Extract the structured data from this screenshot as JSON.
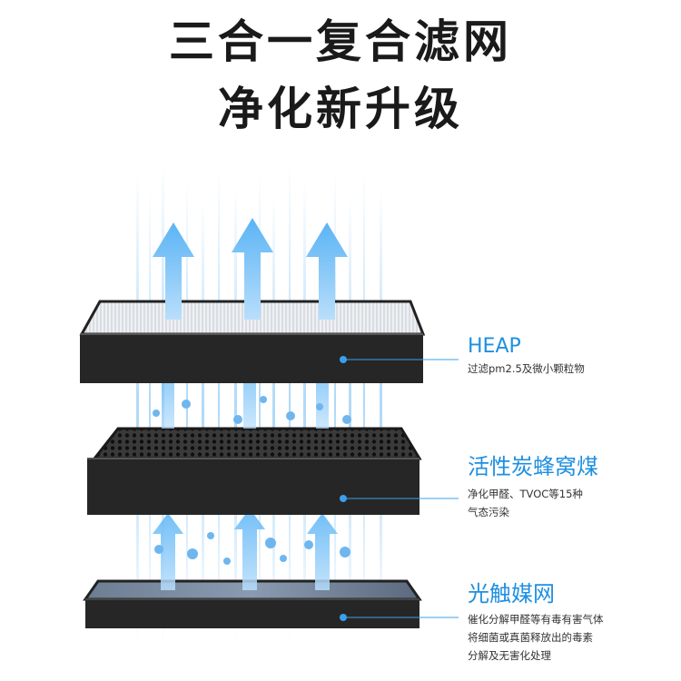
{
  "title": {
    "line1": "三合一复合滤网",
    "line2": "净化新升级"
  },
  "layers": [
    {
      "name": "HEAP",
      "description": [
        "过滤pm2.5及微小颗粒物"
      ]
    },
    {
      "name": "活性炭蜂窝煤",
      "description": [
        "净化甲醛、TVOC等15种",
        "气态污染"
      ]
    },
    {
      "name": "光触媒网",
      "description": [
        "催化分解甲醛等有毒有害气体",
        "将细菌或真菌释放出的毒素",
        "分解及无害化处理"
      ]
    }
  ],
  "colors": {
    "accent": "#1f8fe0",
    "filter_frame": "#2a2a2a",
    "airflow": "#4ea8f0"
  },
  "icons": [
    "up-arrow-icon",
    "bacteria-icon",
    "pointer-dot-icon"
  ]
}
